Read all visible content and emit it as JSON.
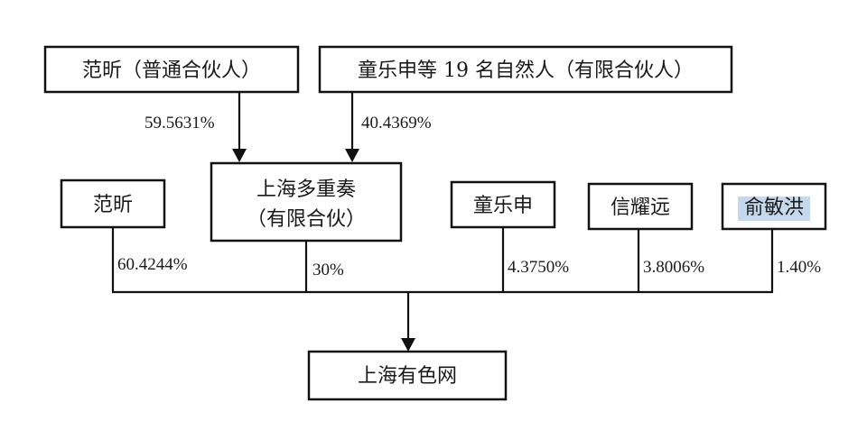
{
  "diagram": {
    "nodes": {
      "fan_xin_gp": "范昕（普通合伙人）",
      "tong_lp": "童乐申等 19 名自然人（有限合伙人）",
      "fan_xin": "范昕",
      "shanghai_duozhongzou_line1": "上海多重奏",
      "shanghai_duozhongzou_line2": "（有限合伙）",
      "tong_leshen": "童乐申",
      "xin_yaoyuan": "信耀远",
      "yu_minhong": "俞敏洪",
      "shanghai_youse": "上海有色网"
    },
    "edges": {
      "fan_xin_gp_to_duozhongzou": "59.5631%",
      "tong_lp_to_duozhongzou": "40.4369%",
      "fan_xin_to_youse": "60.4244%",
      "duozhongzou_to_youse": "30%",
      "tong_leshen_to_youse": "4.3750%",
      "xin_yaoyuan_to_youse": "3.8006%",
      "yu_minhong_to_youse": "1.40%"
    },
    "colors": {
      "line": "#111111",
      "text": "#1a1a1a",
      "selection_highlight": "#c6d9ec"
    }
  }
}
